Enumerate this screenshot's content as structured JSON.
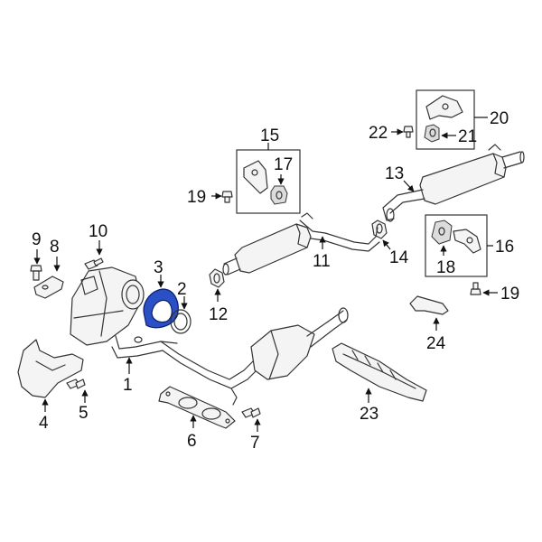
{
  "callouts": {
    "c1": "1",
    "c2": "2",
    "c3": "3",
    "c4": "4",
    "c5": "5",
    "c6": "6",
    "c7": "7",
    "c8": "8",
    "c9": "9",
    "c10": "10",
    "c11": "11",
    "c12": "12",
    "c13": "13",
    "c14": "14",
    "c15": "15",
    "c16": "16",
    "c17": "17",
    "c18": "18",
    "c19a": "19",
    "c19b": "19",
    "c20": "20",
    "c21": "21",
    "c22": "22",
    "c23": "23",
    "c24": "24"
  },
  "colors": {
    "highlight": "#2b4fc4",
    "outline": "#333333",
    "label": "#111111"
  }
}
